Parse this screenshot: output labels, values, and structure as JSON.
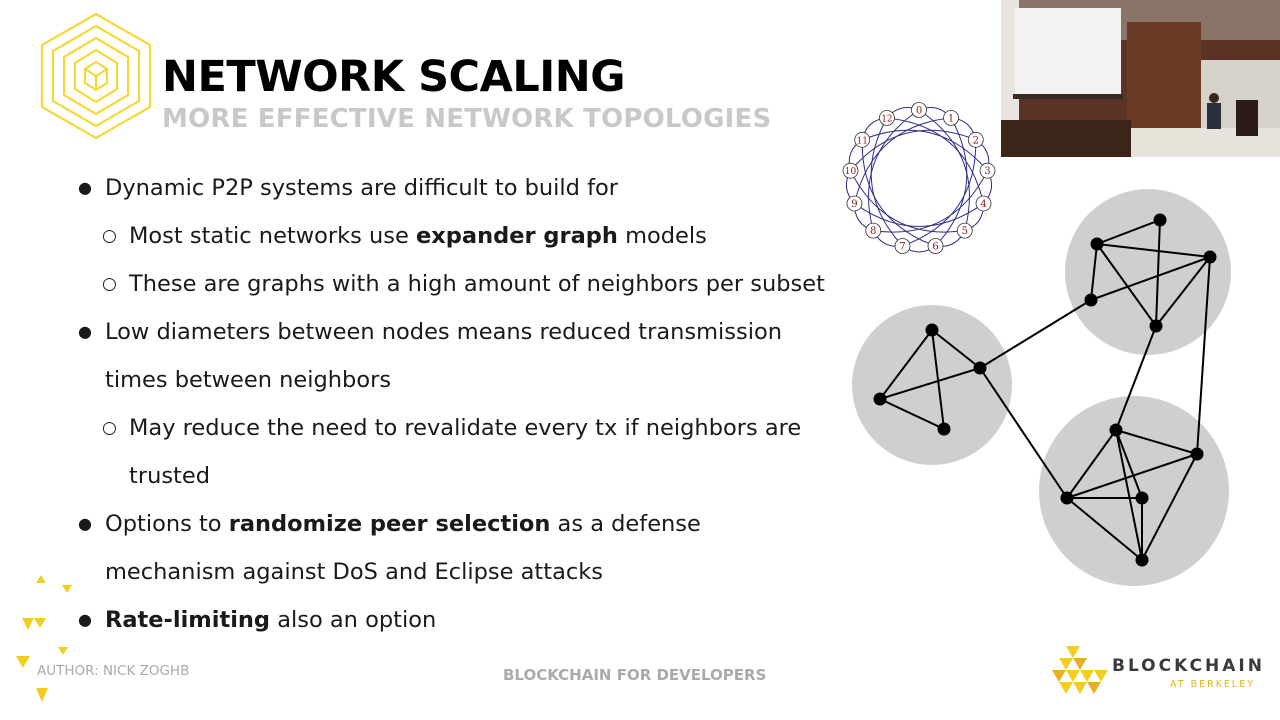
{
  "slide": {
    "title": "NETWORK SCALING",
    "subtitle": "MORE EFFECTIVE NETWORK TOPOLOGIES",
    "bullets": [
      {
        "level": 1,
        "parts": [
          {
            "text": "Dynamic P2P systems are difficult to build for"
          }
        ]
      },
      {
        "level": 2,
        "parts": [
          {
            "text": "Most static networks use "
          },
          {
            "text": "expander graph",
            "bold": true
          },
          {
            "text": " models"
          }
        ]
      },
      {
        "level": 2,
        "parts": [
          {
            "text": "These are graphs with a high amount of neighbors per subset"
          }
        ]
      },
      {
        "level": 1,
        "parts": [
          {
            "text": "Low diameters between nodes means reduced transmission times between neighbors"
          }
        ]
      },
      {
        "level": 2,
        "parts": [
          {
            "text": "May reduce the need to revalidate every tx if neighbors are trusted"
          }
        ]
      },
      {
        "level": 1,
        "parts": [
          {
            "text": "Options to "
          },
          {
            "text": "randomize peer selection",
            "bold": true
          },
          {
            "text": " as a defense mechanism against DoS and Eclipse attacks"
          }
        ]
      },
      {
        "level": 1,
        "parts": [
          {
            "text": "Rate-limiting",
            "bold": true
          },
          {
            "text": " also an option"
          }
        ]
      }
    ],
    "circulant_graph": {
      "node_labels": [
        "0",
        "1",
        "2",
        "3",
        "4",
        "5",
        "6",
        "7",
        "8",
        "9",
        "10",
        "11",
        "12"
      ],
      "edge_color": "#2e2e8a",
      "label_color": "#8b1a1a"
    },
    "footer": {
      "author": "AUTHOR: NICK ZOGHB",
      "center": "BLOCKCHAIN FOR DEVELOPERS"
    },
    "brand": {
      "name": "BLOCKCHAIN",
      "sub": "AT BERKELEY",
      "accent": "#f2cf1e",
      "accent_dark": "#e5b21c"
    }
  }
}
